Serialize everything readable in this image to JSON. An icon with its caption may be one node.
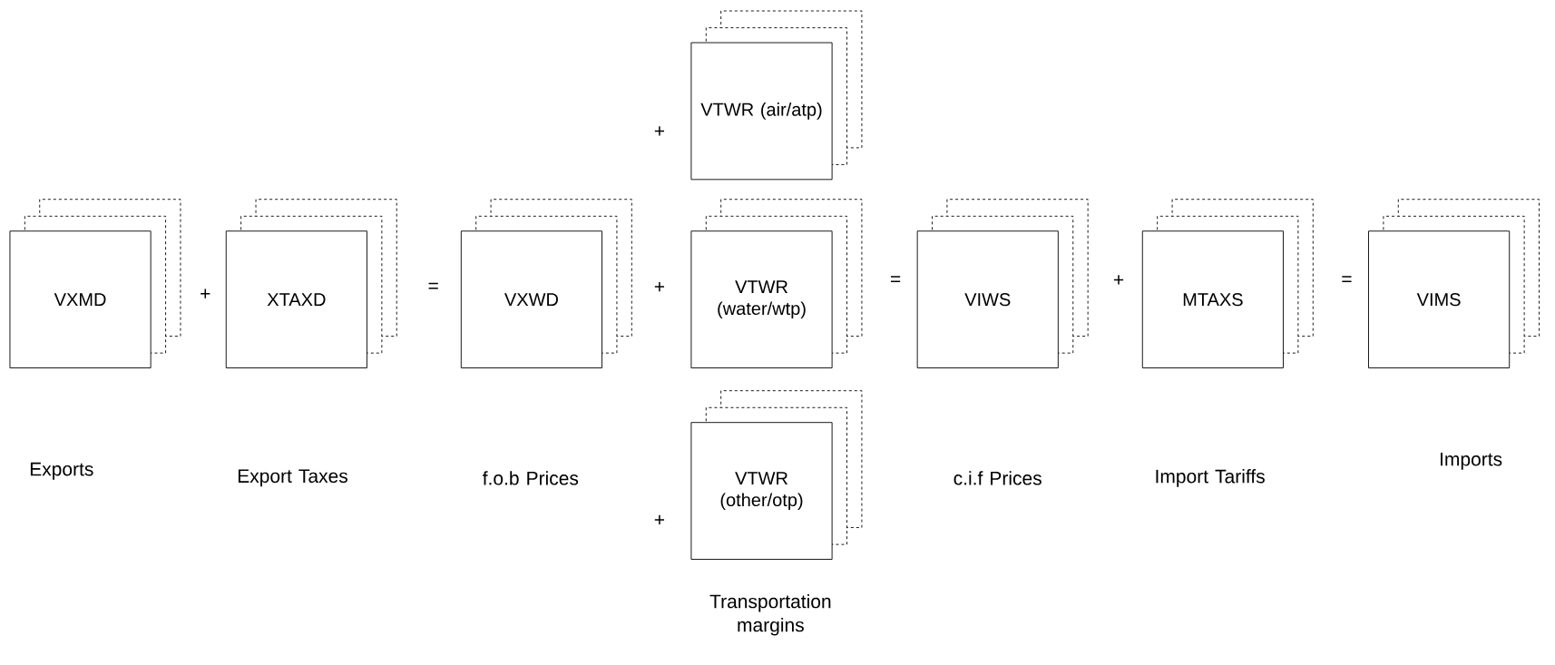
{
  "diagram": {
    "nodes": [
      {
        "text": [
          "VXMD"
        ]
      },
      {
        "text": [
          "XTAXD"
        ]
      },
      {
        "text": [
          "VXWD"
        ]
      },
      {
        "text": [
          "VTWR (air/atp)"
        ]
      },
      {
        "text": [
          "VTWR (water/wtp)"
        ]
      },
      {
        "text": [
          "VTWR (other/otp)"
        ]
      },
      {
        "text": [
          "VIWS"
        ]
      },
      {
        "text": [
          "MTAXS"
        ]
      },
      {
        "text": [
          "VIMS"
        ]
      }
    ],
    "labels": [
      "+",
      "+",
      "=",
      "+",
      "=",
      "+",
      "=",
      "Exports",
      "Export Taxes",
      "f.o.b Prices",
      "c.i.f Prices",
      "Import Tariffs",
      "Imports",
      "+",
      "Transportation margins"
    ]
  }
}
